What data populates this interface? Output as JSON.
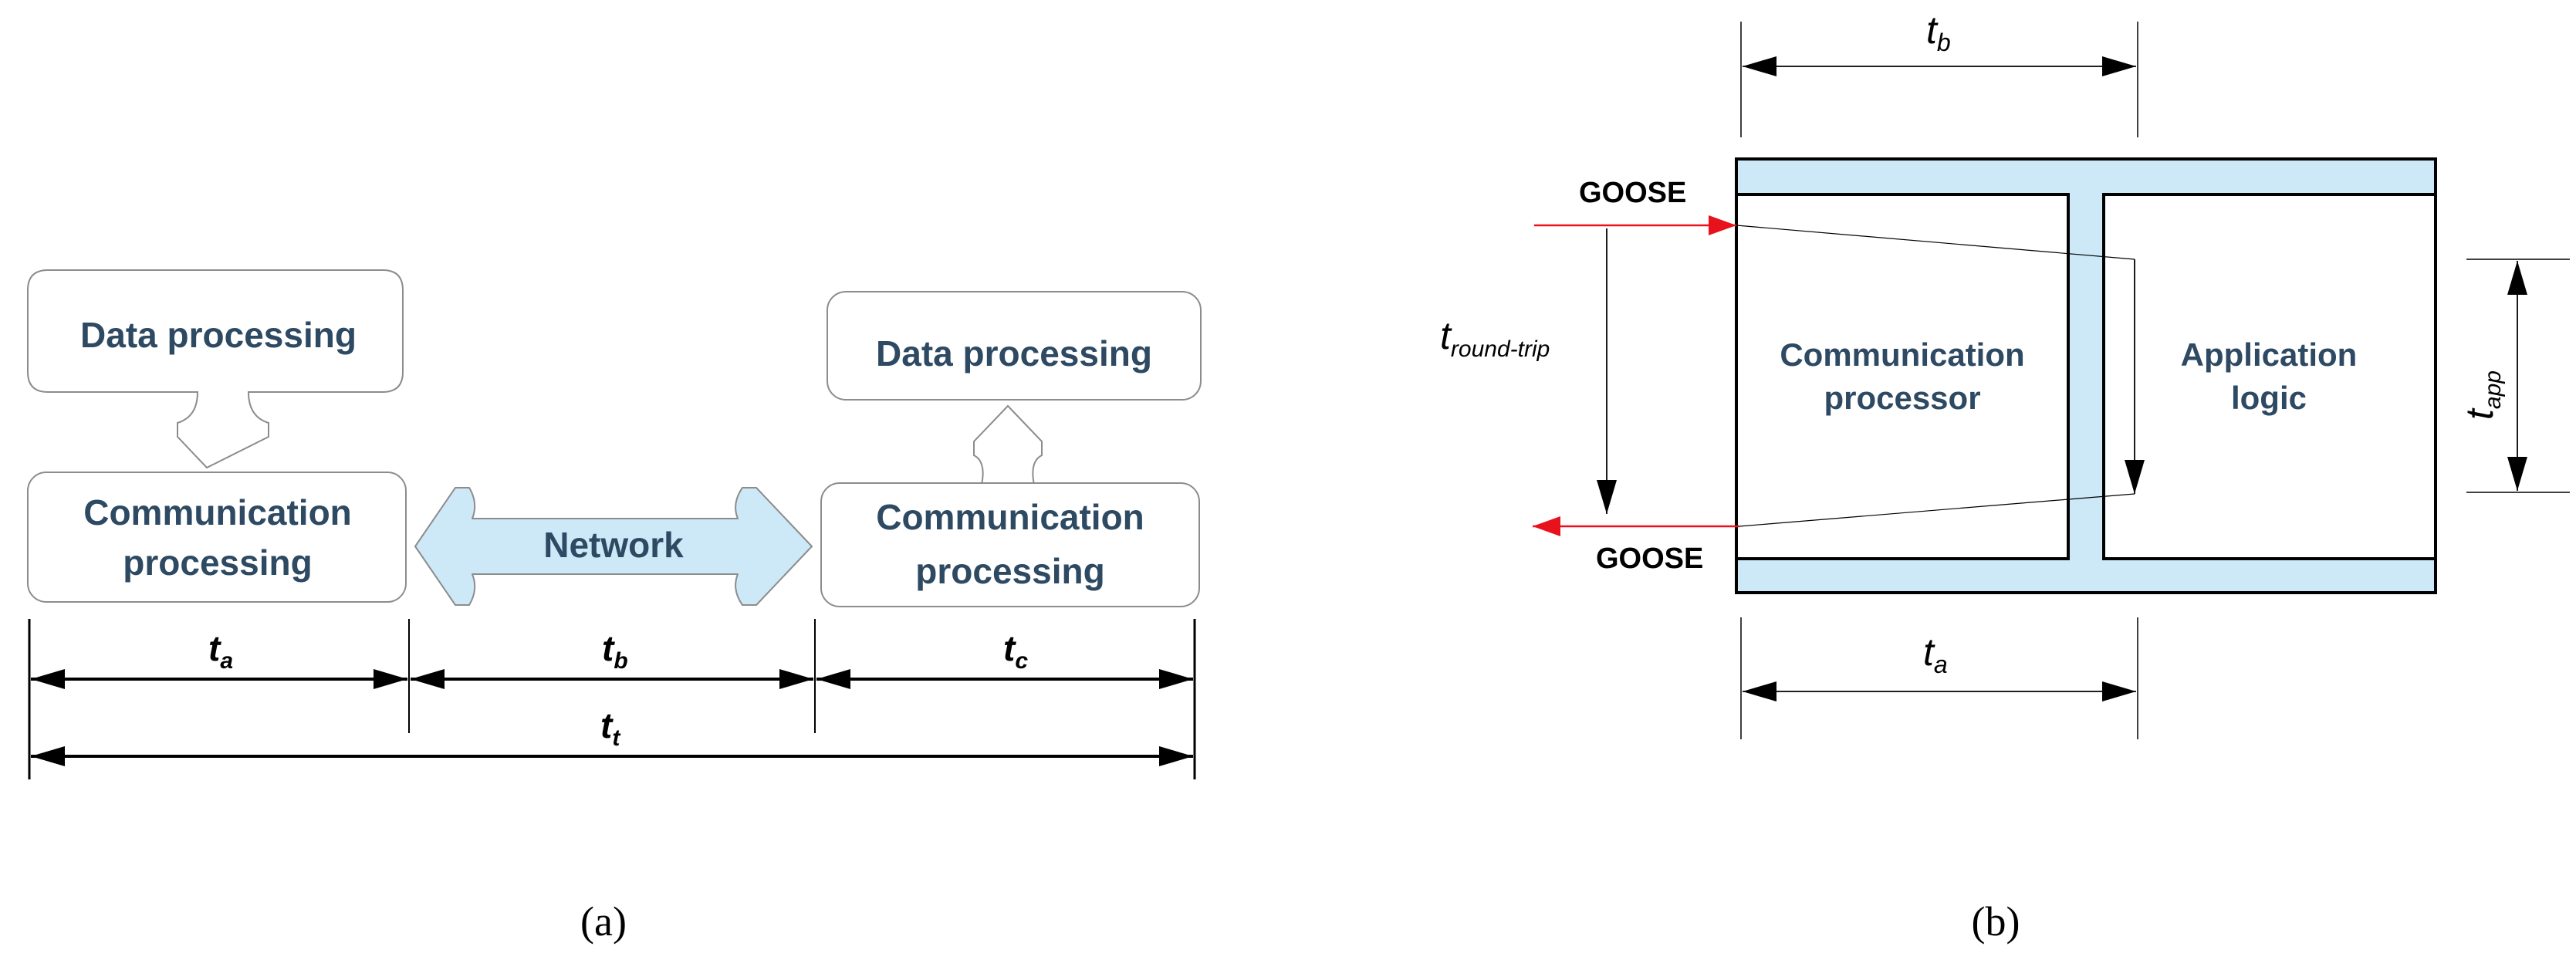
{
  "colors": {
    "box_fill": "#ffffff",
    "box_stroke": "#8c8c8c",
    "network_fill": "#cde9f8",
    "shell_fill": "#cde9f8",
    "text_dark": "#2e4a63",
    "signal_red": "#e8121c"
  },
  "panel_a": {
    "left_data_processing": "Data processing",
    "left_comm_line1": "Communication",
    "left_comm_line2": "processing",
    "network": "Network",
    "right_data_processing": "Data processing",
    "right_comm_line1": "Communication",
    "right_comm_line2": "processing",
    "t_a_main": "t",
    "t_a_sub": "a",
    "t_b_main": "t",
    "t_b_sub": "b",
    "t_c_main": "t",
    "t_c_sub": "c",
    "t_t_main": "t",
    "t_t_sub": "t",
    "caption": "(a)"
  },
  "panel_b": {
    "t_b_main": "t",
    "t_b_sub": "b",
    "goose_in": "GOOSE",
    "goose_out": "GOOSE",
    "round_trip_main": "t",
    "round_trip_sub": "round-trip",
    "comm_proc_line1": "Communication",
    "comm_proc_line2": "processor",
    "app_logic_line1": "Application",
    "app_logic_line2": "logic",
    "t_app_main": "t",
    "t_app_sub": "app",
    "t_a_main": "t",
    "t_a_sub": "a",
    "caption": "(b)"
  },
  "icons": [
    "down-callout-arrow-icon",
    "up-callout-arrow-icon",
    "double-headed-arrow-icon",
    "dimension-arrow-icon"
  ]
}
